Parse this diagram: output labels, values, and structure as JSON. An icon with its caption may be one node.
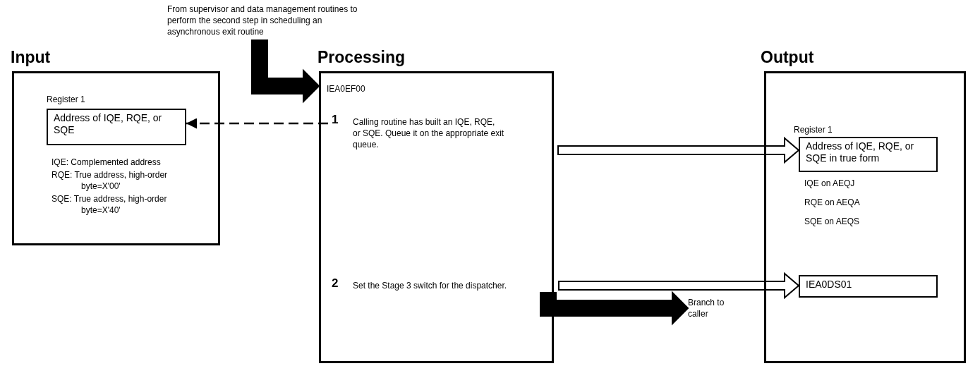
{
  "diagram": {
    "nodes": [
      {
        "text": [
          "Input",
          "IQE: Complemented address",
          "RQE: True address, high-order byte=X'00'",
          "SQE: True address, high-order byte=X'40'"
        ]
      },
      {
        "text": [
          "Address of IQE, RQE, or SQE"
        ],
        "beside": [
          "Register 1"
        ],
        "in": 0
      },
      {
        "text": [
          "Processing",
          "IEA0EF00"
        ]
      },
      {
        "text": [
          "1",
          "Calling routine has built an IQE, RQE, or SQE. Queue it on the appropriate exit queue."
        ],
        "in": 2
      },
      {
        "text": [
          "2",
          "Set the Stage 3 switch for the dispatcher."
        ],
        "in": 2
      },
      {
        "text": [
          "Output",
          "IQE on AEQJ",
          "RQE on AEQA",
          "SQE on AEQS"
        ]
      },
      {
        "text": [
          "Address of IQE, RQE, or SQE in true form"
        ],
        "beside": [
          "Register 1"
        ],
        "in": 5
      },
      {
        "text": [
          "IEA0DS01"
        ],
        "in": 5
      },
      {
        "text": [
          "From supervisor and data management routines to perform the second step in scheduling an asynchronous exit routine"
        ]
      },
      {
        "text": [
          "Branch to caller"
        ]
      }
    ],
    "edges": [
      {
        "from": 8,
        "to": 2,
        "arrow": "to",
        "style": "thick"
      },
      {
        "from": 3,
        "to": 1,
        "arrow": "to",
        "style": "dashed"
      },
      {
        "from": 3,
        "to": 6,
        "arrow": "to"
      },
      {
        "from": 4,
        "to": 7,
        "arrow": "to"
      },
      {
        "from": 4,
        "to": 9,
        "arrow": "to",
        "style": "thick"
      }
    ]
  }
}
